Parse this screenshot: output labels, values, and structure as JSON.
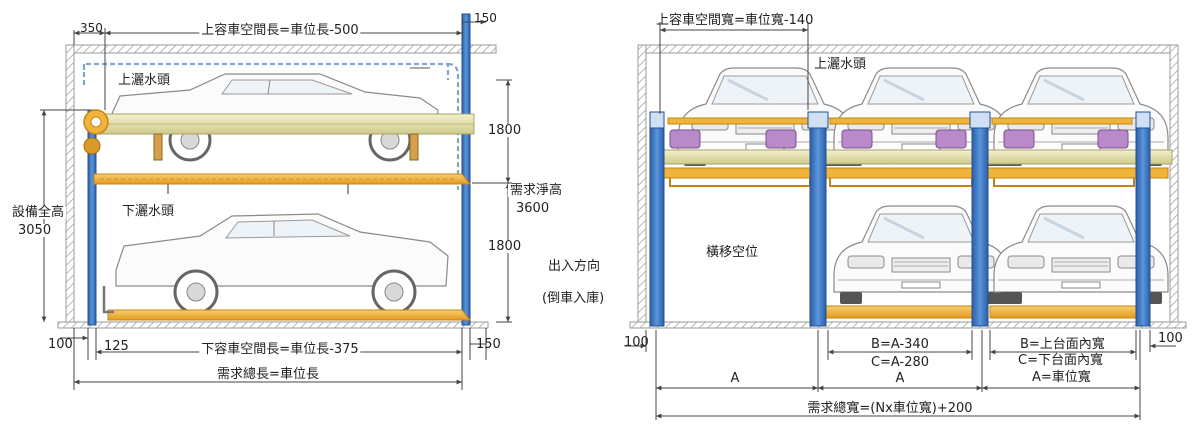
{
  "colors": {
    "steel": "#3f77c4",
    "steel_dark": "#24518f",
    "tray": "#f1b43a",
    "tray_dark": "#c78412",
    "beam": "#e6e3b2",
    "beam_dark": "#a5a36b",
    "pipe": "#7ea6cf",
    "hydraulic": "#b98ac9",
    "car_line": "#8a8a8a",
    "wall": "#9a9a9a",
    "dim": "#444444"
  },
  "side_view": {
    "dim_350": "350",
    "dim_upper_length": "上容車空間長=車位長-500",
    "dim_150_top": "150",
    "label_upper_sprinkler": "上灑水頭",
    "label_lower_sprinkler": "下灑水頭",
    "label_total_height": "設備全高",
    "value_total_height": "3050",
    "dim_upper_level": "1800",
    "dim_lower_level": "1800",
    "label_clear_height": "需求淨高",
    "value_clear_height": "3600",
    "label_direction": "出入方向",
    "label_reverse_parking": "(倒車入庫)",
    "dim_100": "100",
    "dim_125": "125",
    "dim_lower_length": "下容車空間長=車位長-375",
    "dim_150_bottom": "150",
    "dim_total_length": "需求總長=車位長"
  },
  "front_view": {
    "dim_upper_width": "上容車空間寬=車位寬-140",
    "label_upper_sprinkler": "上灑水頭",
    "label_shift_space": "橫移空位",
    "dim_100_left": "100",
    "dim_100_right": "100",
    "dim_b": "B=A-340",
    "dim_c": "C=A-280",
    "legend_b": "B=上台面內寬",
    "legend_c": "C=下台面內寬",
    "legend_a": "A=車位寬",
    "dim_a_1": "A",
    "dim_a_2": "A",
    "dim_total_width": "需求總寬=(Nx車位寬)+200"
  }
}
